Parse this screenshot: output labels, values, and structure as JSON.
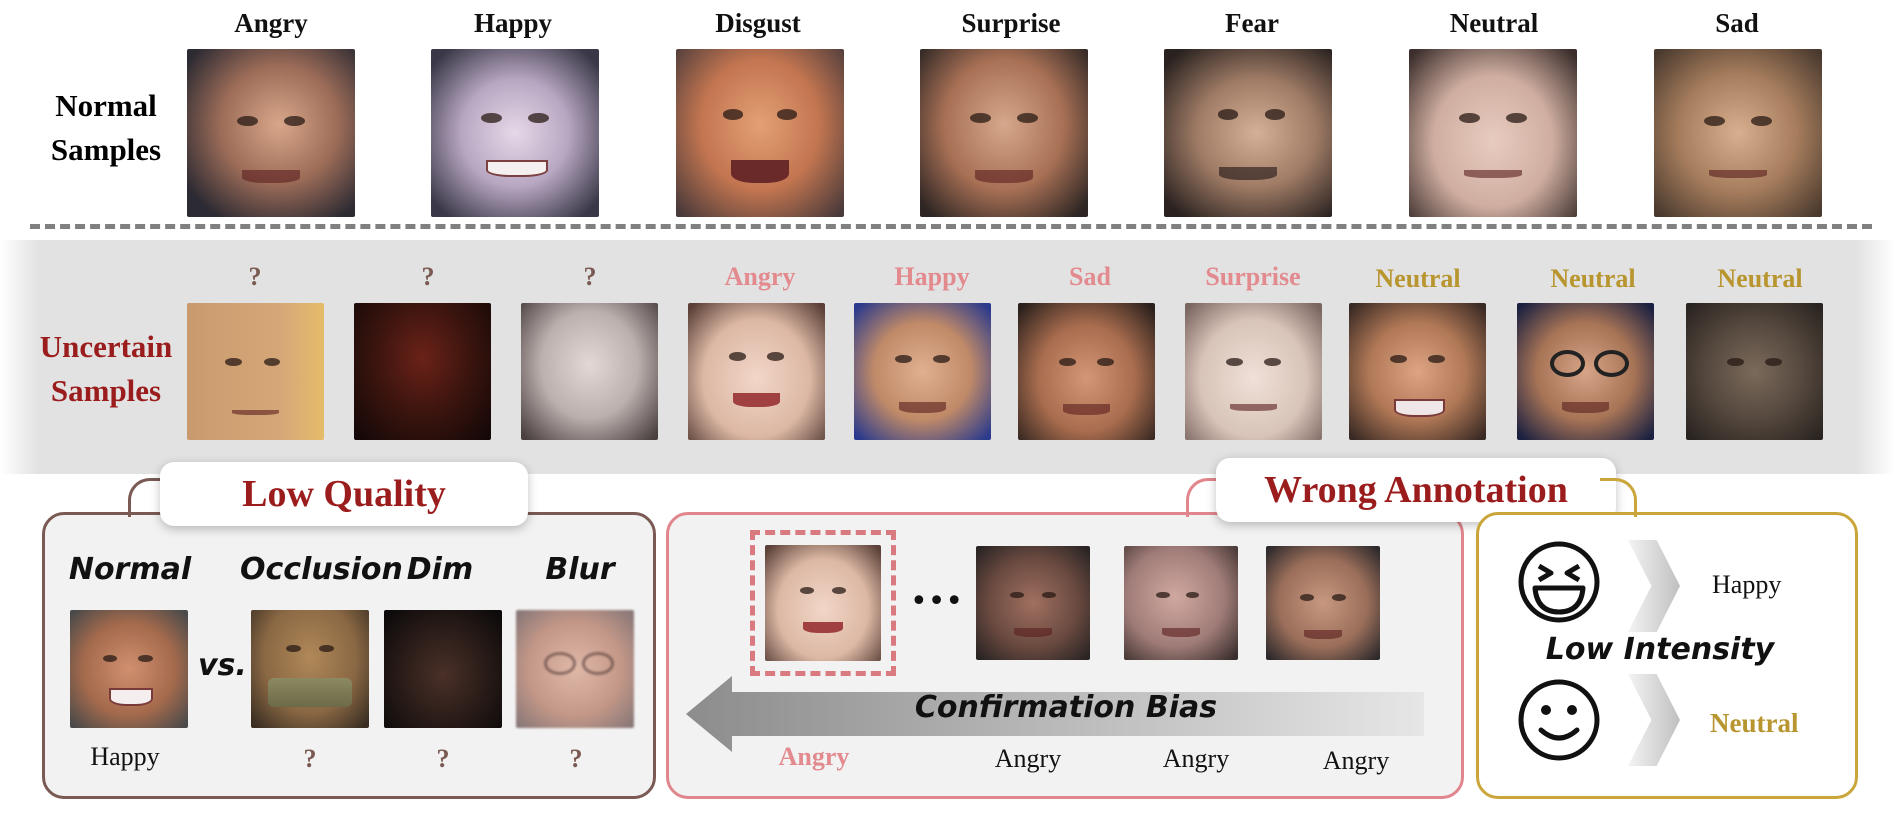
{
  "normal": {
    "title_line1": "Normal",
    "title_line2": "Samples",
    "labels": [
      "Angry",
      "Happy",
      "Disgust",
      "Surprise",
      "Fear",
      "Neutral",
      "Sad"
    ]
  },
  "uncertain": {
    "title_line1": "Uncertain",
    "title_line2": "Samples",
    "labels": [
      "?",
      "?",
      "?",
      "Angry",
      "Happy",
      "Sad",
      "Surprise",
      "Neutral",
      "Neutral",
      "Neutral"
    ]
  },
  "low_quality": {
    "title": "Low Quality",
    "captions": [
      "Normal",
      "Occlusion",
      "Dim",
      "Blur"
    ],
    "vs": "vs.",
    "answers": [
      "Happy",
      "?",
      "?",
      "?"
    ]
  },
  "wrong_annotation": {
    "title": "Wrong Annotation",
    "ellipsis": "•••",
    "bias_label": "Confirmation Bias",
    "labels": [
      "Angry",
      "Angry",
      "Angry",
      "Angry"
    ]
  },
  "low_intensity": {
    "label": "Low Intensity",
    "happy": "Happy",
    "neutral": "Neutral"
  },
  "colors": {
    "uncertain_title": "#9b1c1c",
    "question": "#7a5a53",
    "pink": "#e38a8f",
    "gold": "#b8952e",
    "brown_border": "#7a5a53",
    "pink_border": "#e0868c",
    "gold_border": "#c9a53a"
  }
}
